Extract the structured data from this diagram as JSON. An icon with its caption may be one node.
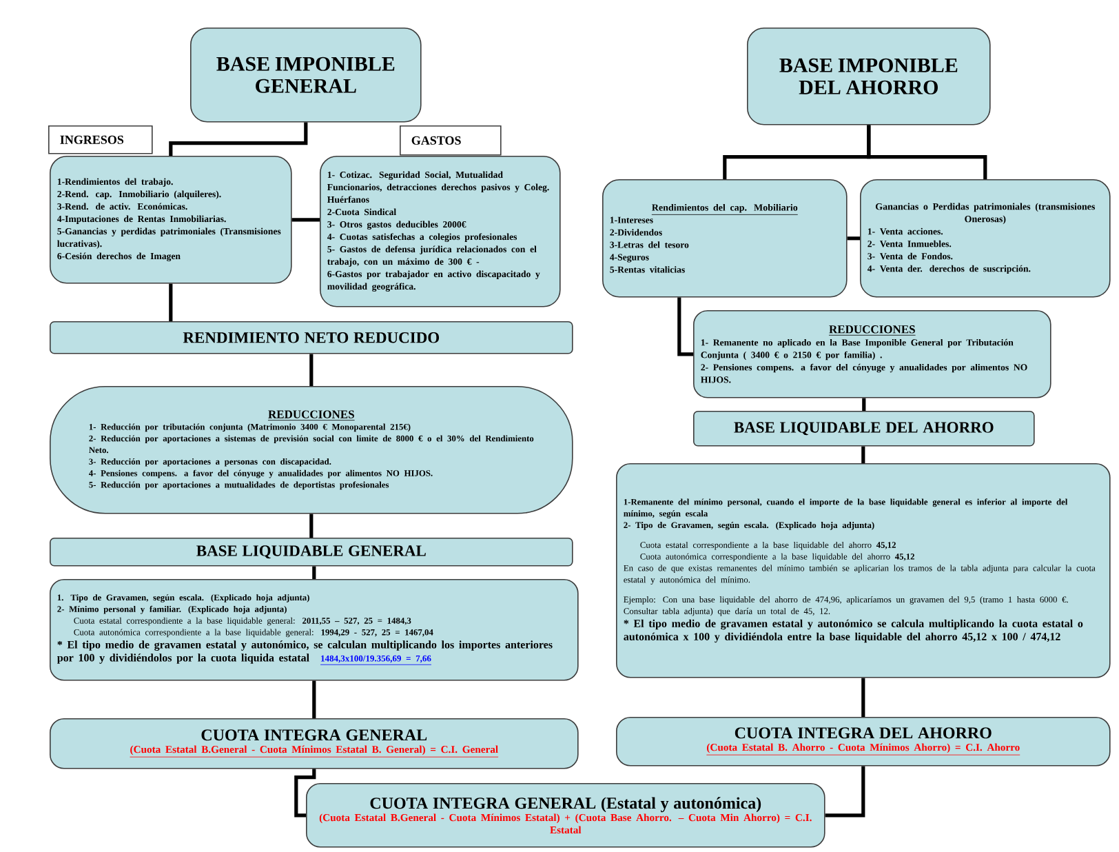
{
  "diagram": {
    "nodes": [
      {
        "text": [
          "BASE IMPONIBLE GENERAL"
        ]
      },
      {
        "text": [
          "INGRESOS"
        ]
      },
      {
        "text": [
          "GASTOS"
        ]
      },
      {
        "text": [
          "1-Rendimientos del trabajo.",
          "2-Rend. cap. Inmobiliario (alquileres).",
          "3-Rend. de activ. Económicas.",
          "4-Imputaciones de Rentas Inmobiliarias.",
          "5-Ganancias y perdidas patrimoniales (Transmisiones lucrativas).",
          "6-Cesión derechos de Imagen"
        ]
      },
      {
        "text": [
          "1- Cotizac. Seguridad Social, Mutualidad Funcionarios, detracciones derechos pasivos y Coleg. Huérfanos",
          "2-Cuota Sindical",
          "3- Otros gastos deducibles 2000€",
          "4- Cuotas satisfechas a colegios profesionales",
          "5- Gastos de defensa jurídica relacionados con el trabajo, con un máximo de 300 € -",
          "6-Gastos por trabajador en activo discapacitado y movilidad geográfica."
        ]
      },
      {
        "text": [
          "RENDIMIENTO NETO REDUCIDO"
        ]
      },
      {
        "text": [
          "REDUCCIONES",
          "1- Reducción por tributación conjunta (Matrimonio 3400 € Monoparental 215€)",
          "2- Reducción por aportaciones a sistemas de previsión social con limite de 8000 € o el 30% del Rendimiento Neto.",
          "3- Reducción por aportaciones a personas con discapacidad.",
          "4- Pensiones compens. a favor del cónyuge y anualidades por alimentos NO HIJOS.",
          "5- Reducción por aportaciones a mutualidades de deportistas profesionales"
        ]
      },
      {
        "text": [
          "BASE LIQUIDABLE GENERAL"
        ]
      },
      {
        "text": [
          "1. Tipo de Gravamen, según escala. (Explicado hoja adjunta)",
          "2- Mínimo personal y familiar. (Explicado hoja adjunta)",
          "Cuota estatal correspondiente a la base liquidable general: **2011,55 – 527, 25 = 1484,3**",
          "Cuota autonómica correspondiente a la base liquidable general: **1994,29 - 527, 25 = 1467,04**",
          "* El tipo medio de gravamen estatal y autonómico, se calculan multiplicando los importes anteriores por 100 y dividiéndolos por la cuota liquida estatal",
          "1484,3x100/19.356,69 = 7,66"
        ]
      },
      {
        "text": [
          "CUOTA INTEGRA GENERAL",
          "(Cuota Estatal B.General - Cuota Mínimos Estatal B. General) = C.I. General"
        ]
      },
      {
        "text": [
          "BASE IMPONIBLE DEL AHORRO"
        ]
      },
      {
        "text": [
          "Rendimientos del cap. Mobiliario",
          "1-Intereses",
          "2-Dividendos",
          "3-Letras del tesoro",
          "4-Seguros",
          "5-Rentas vitalicias"
        ]
      },
      {
        "text": [
          "Ganancias o Perdidas patrimoniales (transmisiones Onerosas)",
          "1- Venta acciones.",
          "2- Venta Inmuebles.",
          "3- Venta de Fondos.",
          "4- Venta der. derechos de suscripción."
        ]
      },
      {
        "text": [
          "REDUCCIONES",
          "1- Remanente no aplicado en la Base Imponible General por Tributación Conjunta ( 3400 € o 2150 € por familia) .",
          "2- Pensiones compens. a favor del cónyuge y anualidades por alimentos NO HIJOS."
        ]
      },
      {
        "text": [
          "BASE LIQUIDABLE DEL AHORRO"
        ]
      },
      {
        "text": [
          "1-Remanente del mínimo personal, cuando el importe de la base liquidable general es inferior al importe del mínimo, según escala",
          "2- Tipo de Gravamen, según escala. (Explicado hoja adjunta)",
          "Cuota estatal correspondiente a la base liquidable del ahorro **45,12**",
          "Cuota autonómica correspondiente a la base liquidable del ahorro **45,12**",
          "En caso de que existas remanentes del mínimo también se aplicarian los tramos de la tabla adjunta para calcular la cuota estatal y autonómica del mínimo.",
          "Ejemplo: Con una base liquidable del ahorro de 474,96, aplicaríamos un gravamen del 9,5 (tramo 1 hasta 6000 €. Consultar tabla adjunta) que daría un total de 45, 12.",
          "* El tipo medio de gravamen estatal y autonómico se calcula multiplicando la cuota estatal o autonómica x 100 y dividiéndola entre la base liquidable del ahorro 45,12 x 100 / 474,12"
        ]
      },
      {
        "text": [
          "CUOTA INTEGRA DEL AHORRO",
          "(Cuota Estatal B. Ahorro - Cuota Mínimos Ahorro) = C.I. Ahorro"
        ]
      },
      {
        "text": [
          "CUOTA INTEGRA GENERAL (Estatal y autonómica)",
          "(Cuota Estatal B.General - Cuota Mínimos Estatal) + (Cuota Base Ahorro. – Cuota Min Ahorro) = C.I. Estatal"
        ]
      }
    ],
    "edges": [
      {
        "from": 0,
        "to": 3,
        "arrow": "none"
      },
      {
        "from": 3,
        "to": 4,
        "arrow": "none"
      },
      {
        "from": 3,
        "to": 5,
        "arrow": "none"
      },
      {
        "from": 5,
        "to": 6,
        "arrow": "none"
      },
      {
        "from": 6,
        "to": 7,
        "arrow": "none"
      },
      {
        "from": 7,
        "to": 8,
        "arrow": "none"
      },
      {
        "from": 8,
        "to": 9,
        "arrow": "none"
      },
      {
        "from": 9,
        "to": 17,
        "arrow": "none"
      },
      {
        "from": 16,
        "to": 17,
        "arrow": "none"
      },
      {
        "from": 10,
        "to": 11,
        "arrow": "none"
      },
      {
        "from": 10,
        "to": 12,
        "arrow": "none"
      },
      {
        "from": 11,
        "to": 12,
        "arrow": "none"
      },
      {
        "from": 11,
        "to": 13,
        "arrow": "none"
      },
      {
        "from": 13,
        "to": 14,
        "arrow": "none"
      },
      {
        "from": 14,
        "to": 15,
        "arrow": "none"
      },
      {
        "from": 15,
        "to": 16,
        "arrow": "none"
      }
    ]
  }
}
